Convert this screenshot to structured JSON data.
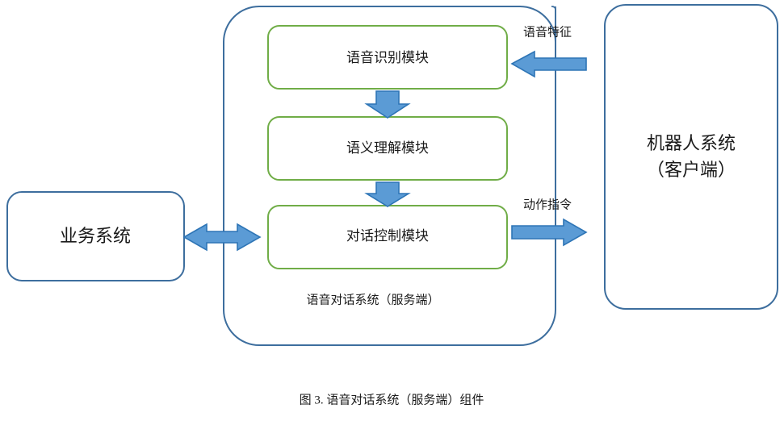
{
  "diagram": {
    "title_caption": "图 3. 语音对话系统（服务端）组件",
    "colors": {
      "blue_border": "#3d6e9e",
      "green_border": "#70ad47",
      "arrow_fill": "#5b9bd5",
      "arrow_stroke": "#2e75b6",
      "background": "#ffffff",
      "text": "#1a1a1a"
    },
    "nodes": {
      "business_system": "业务系统",
      "robot_system_line1": "机器人系统",
      "robot_system_line2": "（客户端）",
      "server_container_label": "语音对话系统（服务端）",
      "module_speech_recognition": "语音识别模块",
      "module_semantic_understanding": "语义理解模块",
      "module_dialogue_control": "对话控制模块"
    },
    "edges": {
      "voice_feature": "语音特征",
      "action_command": "动作指令"
    }
  }
}
